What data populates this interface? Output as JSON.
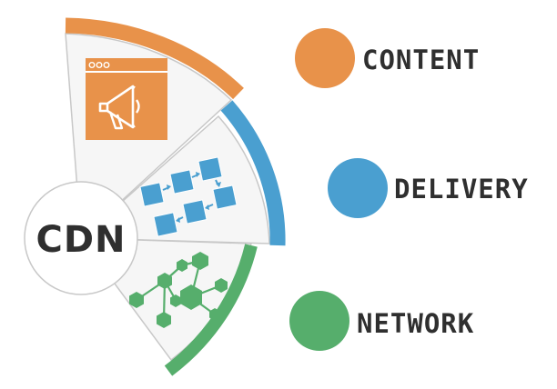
{
  "center": {
    "label": "CDN"
  },
  "items": [
    {
      "key": "content",
      "label": "CONTENT",
      "color": "#E8924A",
      "icon": "megaphone-window-icon"
    },
    {
      "key": "delivery",
      "label": "DELIVERY",
      "color": "#4A9FD0",
      "icon": "flowchart-icon"
    },
    {
      "key": "network",
      "label": "NETWORK",
      "color": "#56AE6C",
      "icon": "network-hexagon-icon"
    }
  ],
  "colors": {
    "panel": "#F6F6F6",
    "stroke": "#C8C8C8",
    "text": "#2F2F2F"
  }
}
